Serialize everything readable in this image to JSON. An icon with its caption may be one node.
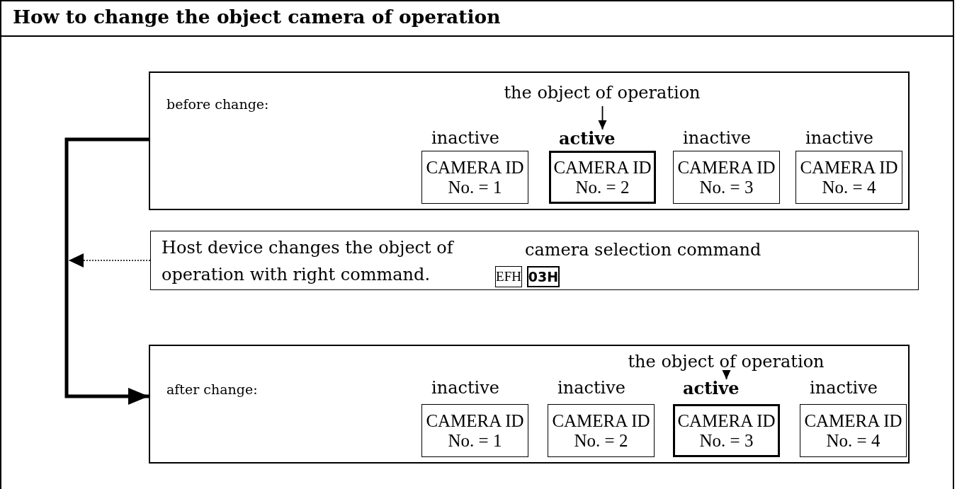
{
  "diagram": {
    "title": "How to change the object camera of operation",
    "nodes": [
      {
        "text": [
          "before change:"
        ]
      },
      {
        "text": [
          "CAMERA ID No. = 1"
        ],
        "beside": [
          "inactive"
        ],
        "in": 0
      },
      {
        "text": [
          "CAMERA ID No. = 2"
        ],
        "beside": [
          "active"
        ],
        "in": 0
      },
      {
        "text": [
          "CAMERA ID No. = 3"
        ],
        "beside": [
          "inactive"
        ],
        "in": 0
      },
      {
        "text": [
          "CAMERA ID No. = 4"
        ],
        "beside": [
          "inactive"
        ],
        "in": 0
      },
      {
        "text": [
          "the object of operation"
        ],
        "in": 0
      },
      {
        "text": [
          "Host device changes the object of operation with right command.",
          "camera selection command"
        ]
      },
      {
        "text": [
          "EFH"
        ],
        "in": 6
      },
      {
        "text": [
          "03H"
        ],
        "in": 6
      },
      {
        "text": [
          "after change:"
        ]
      },
      {
        "text": [
          "CAMERA ID No. = 1"
        ],
        "beside": [
          "inactive"
        ],
        "in": 9
      },
      {
        "text": [
          "CAMERA ID No. = 2"
        ],
        "beside": [
          "inactive"
        ],
        "in": 9
      },
      {
        "text": [
          "CAMERA ID No. = 3"
        ],
        "beside": [
          "active"
        ],
        "in": 9
      },
      {
        "text": [
          "CAMERA ID No. = 4"
        ],
        "beside": [
          "inactive"
        ],
        "in": 9
      },
      {
        "text": [
          "the object of operation"
        ],
        "in": 9
      }
    ],
    "edges": [
      {
        "from": 0,
        "to": 9,
        "arrow": "to",
        "style": "thick"
      },
      {
        "from": 6,
        "to": null,
        "arrow": "to",
        "style": "dashed"
      },
      {
        "from": 5,
        "to": 2,
        "arrow": "to"
      },
      {
        "from": 14,
        "to": 12,
        "arrow": "to"
      }
    ]
  }
}
